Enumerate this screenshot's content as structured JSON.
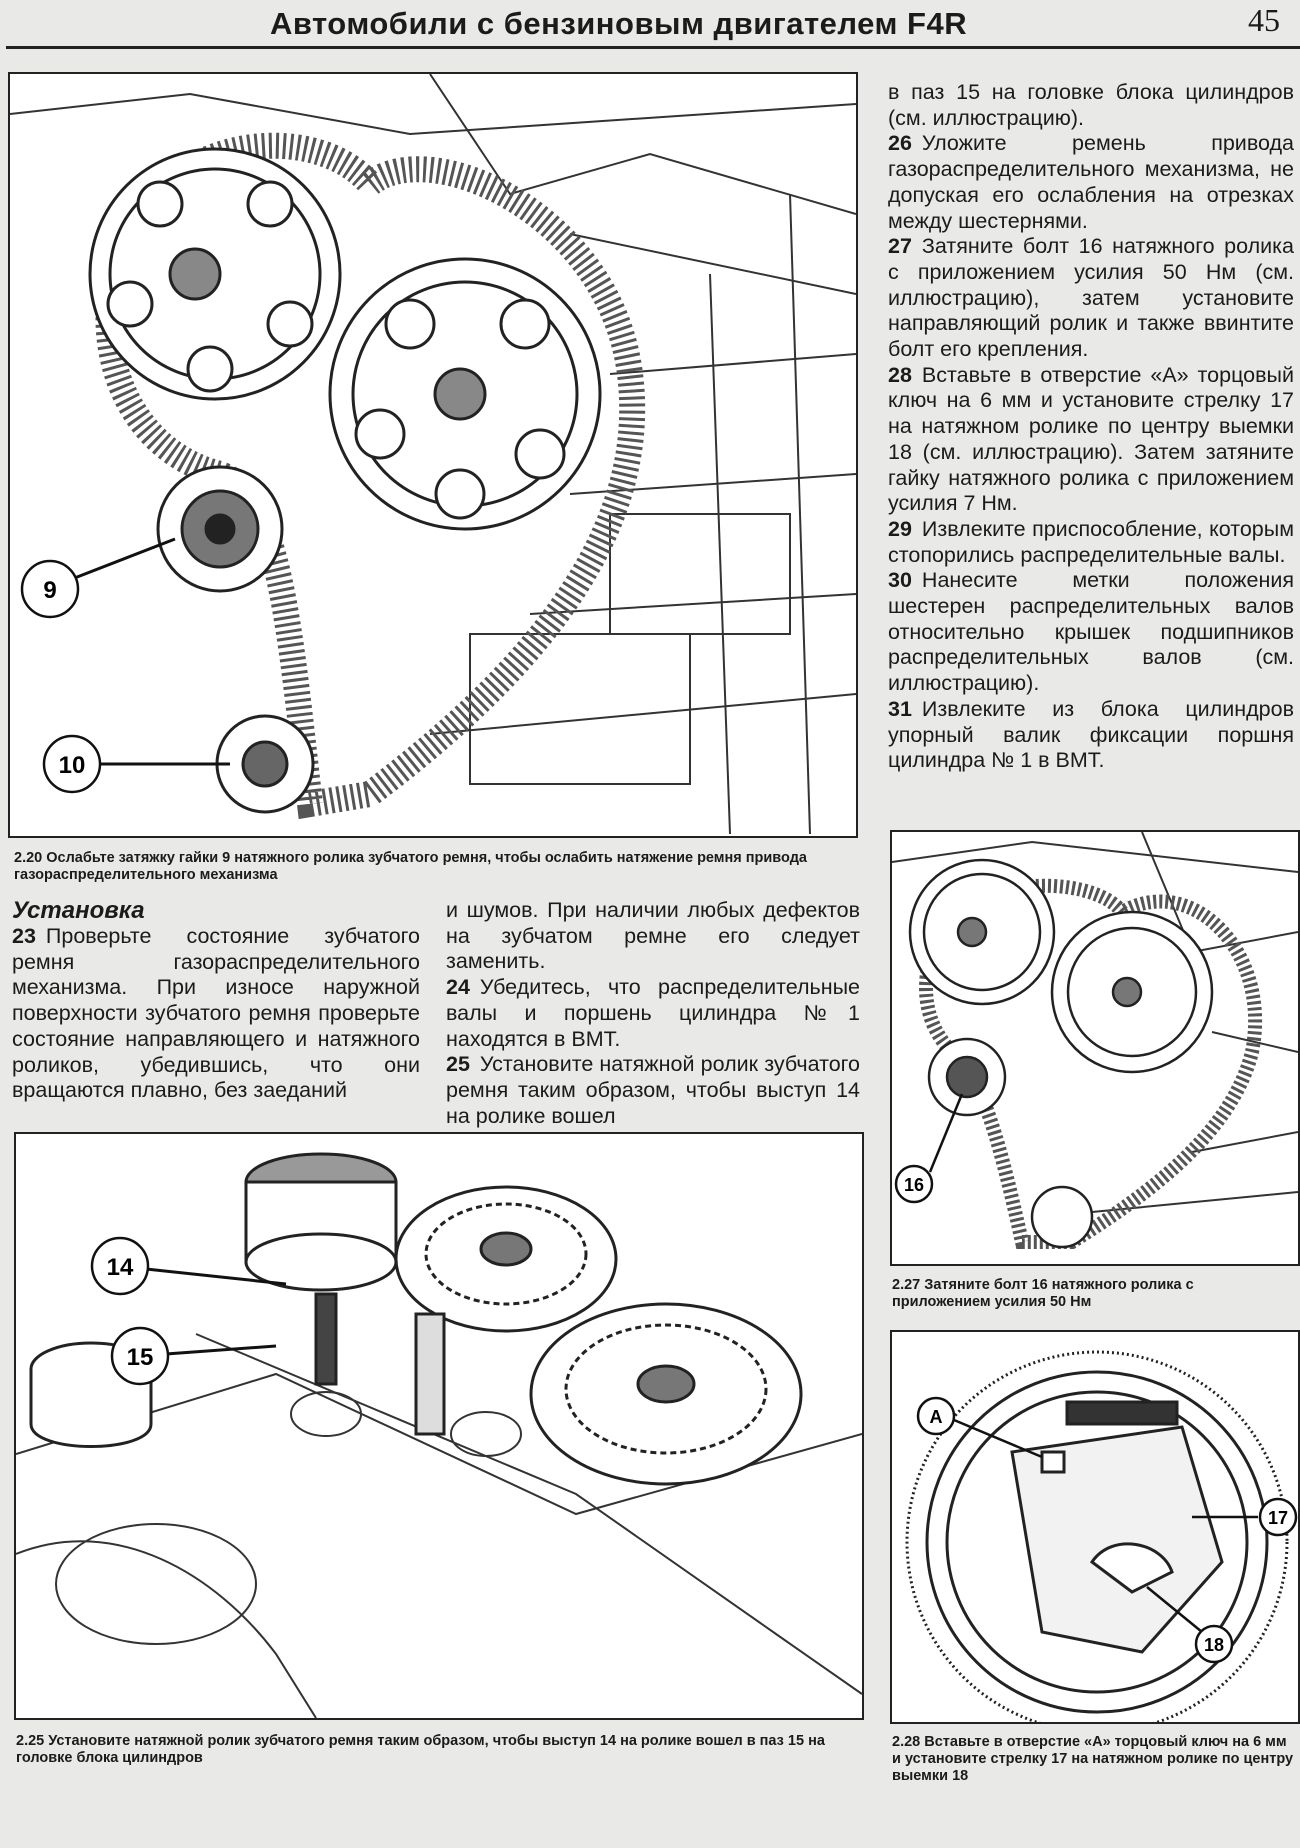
{
  "header": {
    "title": "Автомобили с бензиновым двигателем F4R",
    "page_number": "45"
  },
  "right_column_top": [
    {
      "num": "",
      "text": "в паз 15 на головке блока цилиндров (см. иллюстрацию)."
    },
    {
      "num": "26",
      "text": "Уложите ремень привода газораспределительного механизма, не допуская его ослабления на отрезках между шестернями."
    },
    {
      "num": "27",
      "text": "Затяните болт 16 натяжного ролика с приложением усилия 50 Нм (см. иллюстрацию), затем установите направляющий ролик и также ввинтите болт его крепления."
    },
    {
      "num": "28",
      "text": "Вставьте в отверстие «А» торцовый ключ на 6 мм и установите стрелку 17 на натяжном ролике по центру выемки 18 (см. иллюстрацию). Затем затяните гайку натяжного ролика с приложением усилия 7 Нм."
    },
    {
      "num": "29",
      "text": "Извлеките приспособление, которым стопорились распределительные валы."
    },
    {
      "num": "30",
      "text": "Нанесите метки положения шестерен распределительных валов относительно крышек подшипников распределительных валов (см. иллюстрацию)."
    },
    {
      "num": "31",
      "text": "Извлеките из блока цилиндров упорный валик фиксации поршня цилиндра № 1 в ВМТ."
    }
  ],
  "section_heading": "Установка",
  "left_column": [
    {
      "num": "23",
      "text": "Проверьте состояние зубчатого ремня газораспределительного механизма. При износе наружной поверхности зубчатого ремня проверьте состояние направляющего и натяжного роликов, убедившись, что они вращаются плавно, без заеданий"
    }
  ],
  "middle_column": [
    {
      "num": "",
      "text": "и шумов. При наличии любых дефектов на зубчатом ремне его следует заменить."
    },
    {
      "num": "24",
      "text": "Убедитесь, что распределительные валы и поршень цилиндра №1 находятся в ВМТ."
    },
    {
      "num": "25",
      "text": "Установите натяжной ролик зубчатого ремня таким образом, чтобы выступ 14 на ролике вошел"
    }
  ],
  "figures": {
    "fig_2_20": {
      "caption": "2.20 Ослабьте затяжку гайки 9 натяжного ролика зубчатого ремня, чтобы ослабить натяжение ремня привода газораспределительного механизма",
      "callouts": [
        "9",
        "10"
      ]
    },
    "fig_2_25": {
      "caption": "2.25 Установите натяжной ролик зубчатого ремня таким образом, чтобы выступ 14 на ролике вошел в паз 15 на головке блока цилиндров",
      "callouts": [
        "14",
        "15"
      ]
    },
    "fig_2_27": {
      "caption": "2.27 Затяните болт 16 натяжного ролика с приложением усилия 50 Нм",
      "callouts": [
        "16"
      ]
    },
    "fig_2_28": {
      "caption": "2.28 Вставьте в отверстие «А» торцовый ключ на 6 мм и установите стрелку 17 на натяжном ролике по центру выемки 18",
      "callouts": [
        "A",
        "17",
        "18"
      ]
    }
  }
}
